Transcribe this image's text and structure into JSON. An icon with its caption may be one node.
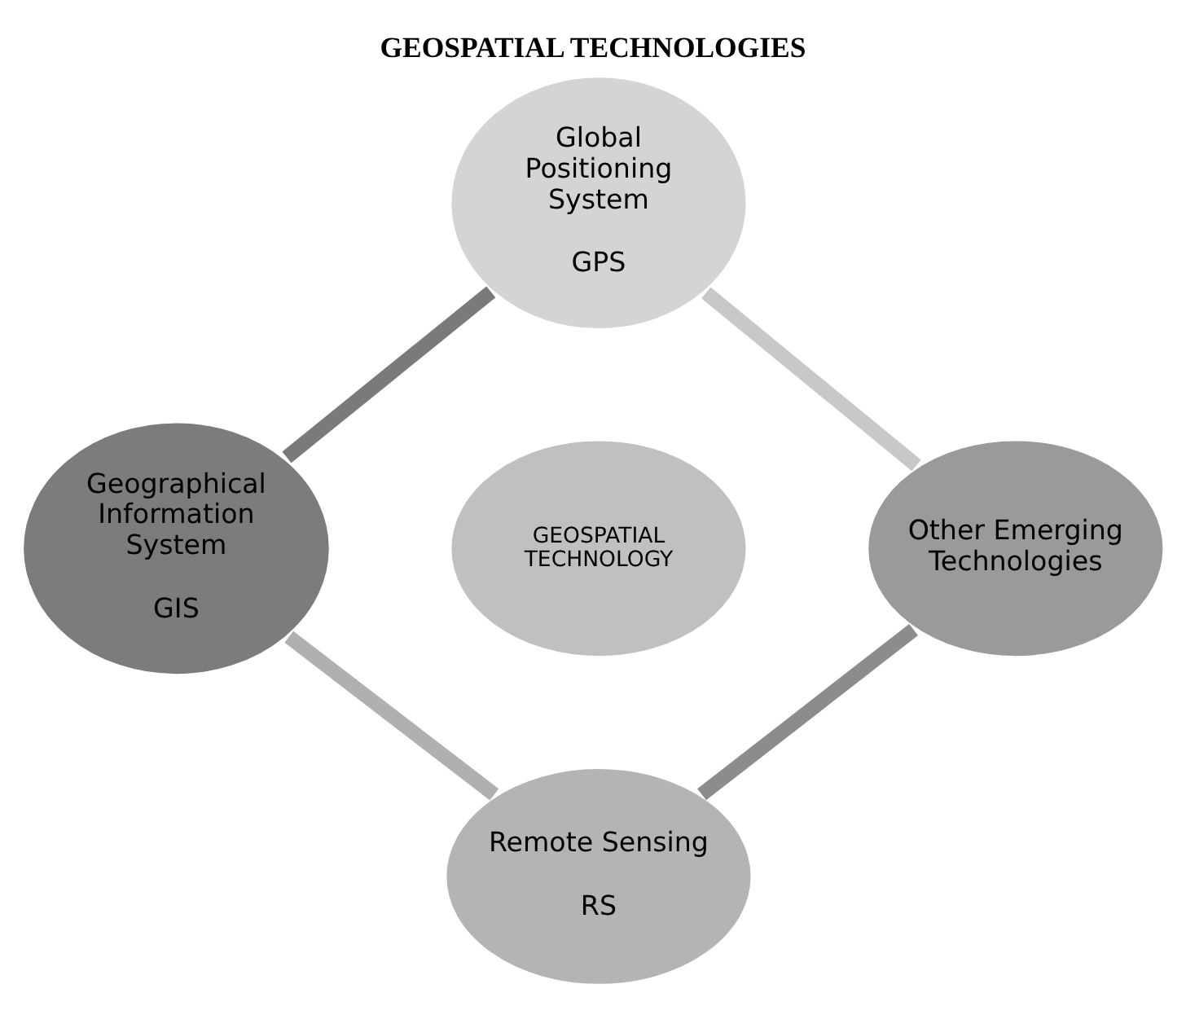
{
  "diagram": {
    "title": "GEOSPATIAL TECHNOLOGIES",
    "nodes": [
      {
        "text": [
          "Global Positioning System",
          "GPS"
        ]
      },
      {
        "text": [
          "Geographical Information System",
          "GIS"
        ]
      },
      {
        "text": [
          "GEOSPATIAL TECHNOLOGY"
        ]
      },
      {
        "text": [
          "Other Emerging Technologies"
        ]
      },
      {
        "text": [
          "Remote Sensing",
          "RS"
        ]
      }
    ],
    "edges": [
      {
        "from": 0,
        "to": 3,
        "arrow": "none",
        "color": "#c8c8c8"
      },
      {
        "from": 3,
        "to": 4,
        "arrow": "none",
        "color": "#8c8c8c"
      },
      {
        "from": 4,
        "to": 1,
        "arrow": "none",
        "color": "#b0b0b0"
      },
      {
        "from": 1,
        "to": 0,
        "arrow": "none",
        "color": "#7a7a7a"
      }
    ]
  }
}
